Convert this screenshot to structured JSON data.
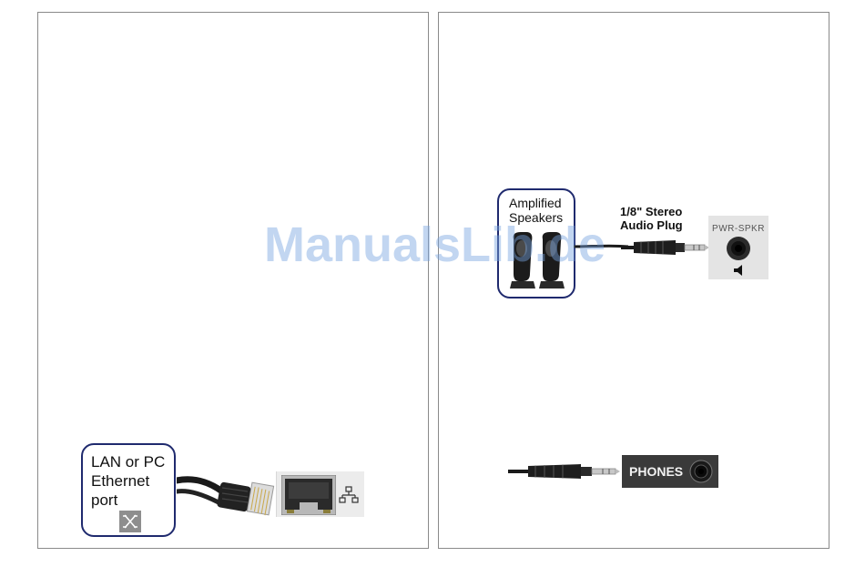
{
  "watermark": "ManualsLib.de",
  "lan_figure": {
    "label_lines": [
      "LAN or PC",
      "Ethernet",
      "port"
    ],
    "icons": [
      "cross-arrows-icon",
      "rj45-plug-icon",
      "ethernet-jack-icon",
      "network-icon"
    ]
  },
  "speaker_figure": {
    "label_lines": [
      "Amplified",
      "Speakers"
    ],
    "plug_label_lines": [
      "1/8\" Stereo",
      "Audio Plug"
    ],
    "jack_label": "PWR-SPKR",
    "icons": [
      "speakers-icon",
      "audio-plug-icon",
      "audio-jack-icon",
      "speaker-icon"
    ]
  },
  "phones_figure": {
    "jack_label": "PHONES",
    "icons": [
      "audio-plug-icon",
      "audio-jack-icon"
    ]
  },
  "colors": {
    "callout_border": "#1f2a6e",
    "watermark": "#78a5e1",
    "page_border": "#8a8a8a"
  }
}
